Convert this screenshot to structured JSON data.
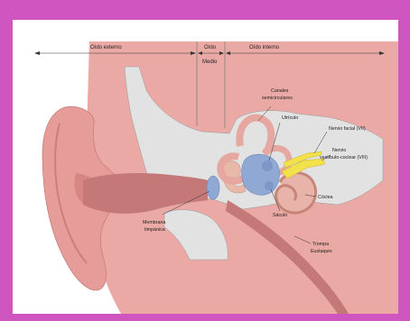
{
  "sections": {
    "outer": "Oído externo",
    "middle_top": "Oído",
    "middle_bottom": "Medio",
    "inner": "Oído interno"
  },
  "labels": {
    "canales_1": "Canales",
    "canales_2": "semicirculares",
    "utriculo": "Utrículo",
    "nervio_facial": "Nervio facial (VII)",
    "nervio_vc_1": "Nervio",
    "nervio_vc_2": "vestíbulo-coclear (VIII)",
    "coclea": "Cóclea",
    "saculo": "Sáculo",
    "membrana_1": "Membrana",
    "membrana_2": "timpánica",
    "trompa_1": "Trompa",
    "trompa_2": "Eustaquio"
  },
  "colors": {
    "frame_border": "#cf55c1",
    "skin": "#eaa9a4",
    "skin_dark": "#d48a86",
    "bone_cavity": "#e0e0e0",
    "canal": "#c77b7b",
    "labyrinth_blue": "#8fa9d4",
    "nerve_yellow": "#f2e14b"
  }
}
